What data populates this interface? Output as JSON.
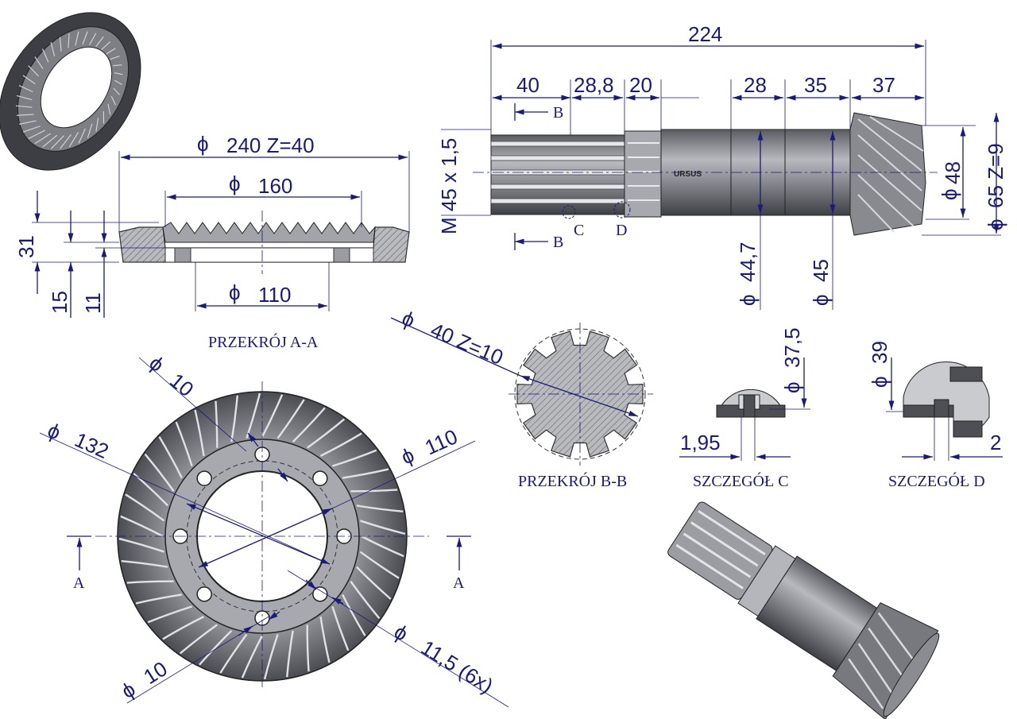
{
  "labels": {
    "d240": "240  Z=40",
    "d160": "160",
    "d110a": "110",
    "h31": "31",
    "h15": "15",
    "h11": "11",
    "section_aa": "PRZEKRÓJ A-A",
    "total224": "224",
    "l40": "40",
    "l28_8": "28,8",
    "l20": "20",
    "l28": "28",
    "l35": "35",
    "l37": "37",
    "thread": "M 45 x 1,5",
    "d48": "48",
    "d65": "65 Z=9",
    "d44_7": "44,7",
    "d45": "45",
    "b_top": "B",
    "b_bottom": "B",
    "c_mark": "C",
    "d_mark": "D",
    "spline": "40  Z=10",
    "section_bb": "PRZEKRÓJ B-B",
    "d37_5": "37,5",
    "w1_95": "1,95",
    "detail_c": "SZCZEGÓŁ C",
    "d39": "39",
    "w2": "2",
    "detail_d": "SZCZEGÓŁ D",
    "d10a": "10",
    "d132": "132",
    "d110b": "110",
    "d11_5": "11,5  (6x)",
    "d10b": "10",
    "a_left": "A",
    "a_right": "A",
    "phi": "ϕ",
    "brand": "URSUS"
  },
  "colors": {
    "dimension": "#1a1a7a",
    "metal": "#8d8f95"
  }
}
